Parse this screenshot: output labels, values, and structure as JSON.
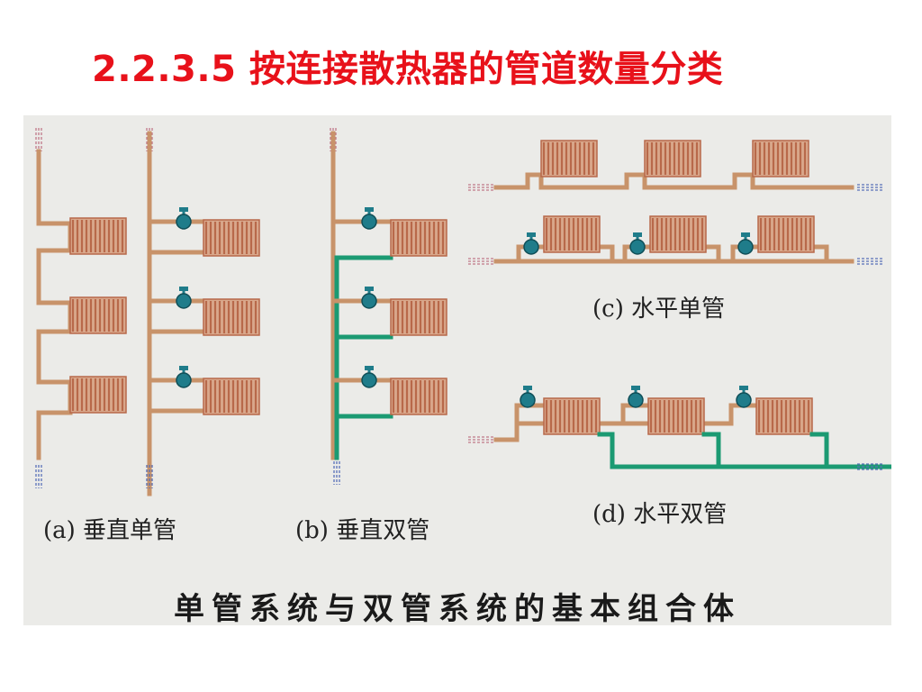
{
  "slide": {
    "title": "2.2.3.5 按连接散热器的管道数量分类"
  },
  "figure": {
    "labels": {
      "a": "(a)  垂直单管",
      "b": "(b)  垂直双管",
      "c": "(c)  水平单管",
      "d": "(d)  水平双管"
    },
    "caption": "单管系统与双管系统的基本组合体"
  },
  "colors": {
    "title": "#e8111a",
    "pipe_supply": "#c8936a",
    "pipe_return": "#1b9a72",
    "radiator": "#b8694a",
    "valve": "#1f7c8a"
  }
}
